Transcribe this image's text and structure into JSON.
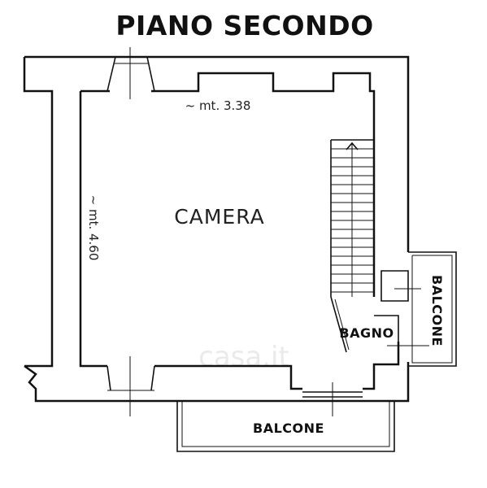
{
  "plan": {
    "title": "PIANO SECONDO",
    "rooms": {
      "camera": "CAMERA",
      "bagno": "BAGNO",
      "balcone_south": "BALCONE",
      "balcone_east": "BALCONE"
    },
    "dimensions": {
      "width": "~ mt. 3.38",
      "height": "~ mt. 4.60"
    },
    "watermark": "casa.it"
  }
}
